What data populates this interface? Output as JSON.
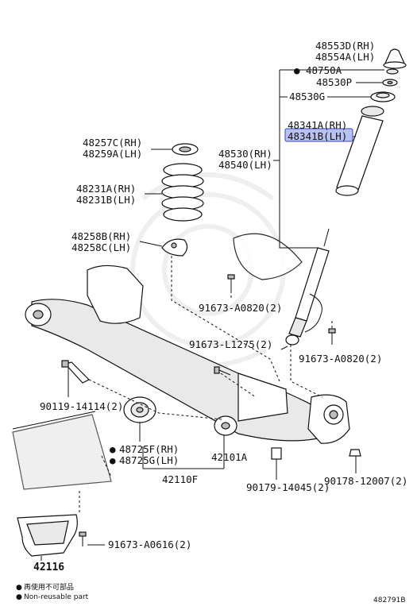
{
  "labels": {
    "p48553D": "48553D(RH)",
    "p48554A": "48554A(LH)",
    "p48750A": "48750A",
    "p48530P": "48530P",
    "p48530G": "48530G",
    "p48341A": "48341A(RH)",
    "p48341B": "48341B(LH)",
    "p48257C": "48257C(RH)",
    "p48259A": "48259A(LH)",
    "p48530": "48530(RH)",
    "p48540": "48540(LH)",
    "p48231A": "48231A(RH)",
    "p48231B": "48231B(LH)",
    "p48258B": "48258B(RH)",
    "p48258C": "48258C(LH)",
    "p91673A0820a": "91673-A0820(2)",
    "p91673L1275": "91673-L1275(2)",
    "p91673A0820b": "91673-A0820(2)",
    "p90119": "90119-14114(2)",
    "p48725F": "48725F(RH)",
    "p48725G": "48725G(LH)",
    "p42101A": "42101A",
    "p42110F": "42110F",
    "p90179": "90179-14045(2)",
    "p90178": "90178-12007(2)",
    "p91673A0616": "91673-A0616(2)",
    "p42116": "42116"
  },
  "highlight": {
    "part": "p48341B",
    "color": "#b9c1f0",
    "border": "#3b47c8"
  },
  "legend": {
    "line1": "再使用不可部品",
    "line2": "Non-reusable part"
  },
  "diagram_id": "482791B"
}
